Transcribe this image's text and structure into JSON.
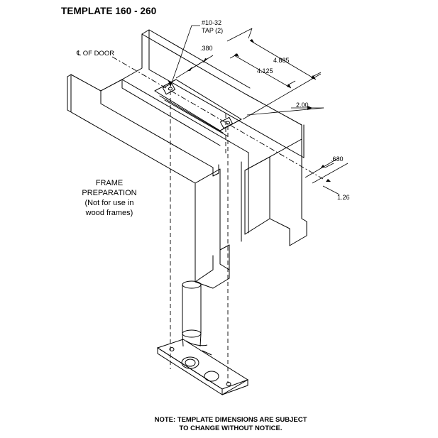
{
  "title": "TEMPLATE 160 - 260",
  "callouts": {
    "tap": [
      "#10-32",
      "TAP (2)"
    ],
    "centerline": "℄ OF DOOR"
  },
  "dimensions": {
    "d380": ".380",
    "d4885": "4.885",
    "d4125": "4.125",
    "d200": "2.00",
    "d630": ".630",
    "d126": "1.26"
  },
  "frame_prep": {
    "line1": "FRAME",
    "line2": "PREPARATION",
    "line3": "(Not for use in",
    "line4": "wood frames)"
  },
  "note": {
    "line1": "NOTE: TEMPLATE DIMENSIONS ARE SUBJECT",
    "line2": "TO CHANGE WITHOUT NOTICE."
  },
  "colors": {
    "line": "#000000",
    "background": "#ffffff"
  }
}
